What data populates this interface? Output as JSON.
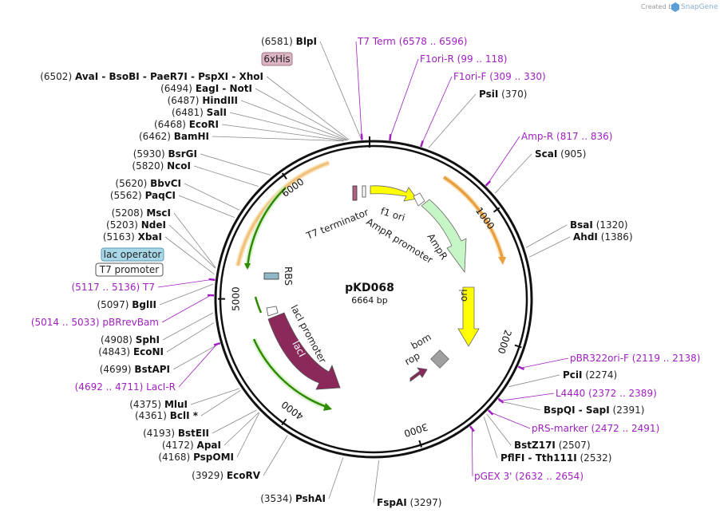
{
  "credit": "Created by",
  "brand": "SnapGene",
  "plasmid": {
    "name": "pKD068",
    "length_label": "6664 bp",
    "length": 6664
  },
  "ticks": [
    "1000",
    "2000",
    "3000",
    "4000",
    "5000",
    "6000"
  ],
  "colors": {
    "primer": "#a020c0",
    "amp": "#c6f5c6",
    "ori": "#ffff00",
    "laci": "#8b2a5a",
    "rop": "#8b2a5a",
    "bom": "#a0a0a0",
    "orange_arc": "#e8a040",
    "green_arc": "#2e8b00"
  },
  "left_sites": [
    {
      "pos": "(6581)",
      "name": "BlpI"
    },
    {
      "pos": "(6502)",
      "name": "AvaI  -  BsoBI  -  PaeR7I  -  PspXI  -  XhoI"
    },
    {
      "pos": "(6494)",
      "name": "EagI  -  NotI"
    },
    {
      "pos": "(6487)",
      "name": "HindIII"
    },
    {
      "pos": "(6481)",
      "name": "SalI"
    },
    {
      "pos": "(6468)",
      "name": "EcoRI"
    },
    {
      "pos": "(6462)",
      "name": "BamHI"
    },
    {
      "pos": "(5930)",
      "name": "BsrGI"
    },
    {
      "pos": "(5820)",
      "name": "NcoI"
    },
    {
      "pos": "(5620)",
      "name": "BbvCI"
    },
    {
      "pos": "(5562)",
      "name": "PaqCI"
    },
    {
      "pos": "(5208)",
      "name": "MscI"
    },
    {
      "pos": "(5203)",
      "name": "NdeI"
    },
    {
      "pos": "(5163)",
      "name": "XbaI"
    },
    {
      "pos": "(5097)",
      "name": "BglII"
    },
    {
      "pos": "(4908)",
      "name": "SphI"
    },
    {
      "pos": "(4843)",
      "name": "EcoNI"
    },
    {
      "pos": "(4699)",
      "name": "BstAPI"
    },
    {
      "pos": "(4375)",
      "name": "MluI"
    },
    {
      "pos": "(4361)",
      "name": "BclI *"
    },
    {
      "pos": "(4193)",
      "name": "BstEII"
    },
    {
      "pos": "(4172)",
      "name": "ApaI"
    },
    {
      "pos": "(4168)",
      "name": "PspOMI"
    },
    {
      "pos": "(3929)",
      "name": "EcoRV"
    },
    {
      "pos": "(3534)",
      "name": "PshAI"
    }
  ],
  "right_sites": [
    {
      "name": "PsiI",
      "pos": "(370)"
    },
    {
      "name": "ScaI",
      "pos": "(905)"
    },
    {
      "name": "BsaI",
      "pos": "(1320)"
    },
    {
      "name": "AhdI",
      "pos": "(1386)"
    },
    {
      "name": "PciI",
      "pos": "(2274)"
    },
    {
      "name": "BspQI  -  SapI",
      "pos": "(2391)"
    },
    {
      "name": "BstZ17I",
      "pos": "(2507)"
    },
    {
      "name": "PflFI  -  Tth111I",
      "pos": "(2532)"
    },
    {
      "name": "FspAI",
      "pos": "(3297)"
    }
  ],
  "primers": [
    {
      "name": "T7 Term",
      "range": "(6578 .. 6596)"
    },
    {
      "name": "F1ori-R",
      "range": "(99 .. 118)"
    },
    {
      "name": "F1ori-F",
      "range": "(309 .. 330)"
    },
    {
      "name": "Amp-R",
      "range": "(817 .. 836)"
    },
    {
      "name": "pBR322ori-F",
      "range": "(2119 .. 2138)"
    },
    {
      "name": "L4440",
      "range": "(2372 .. 2389)"
    },
    {
      "name": "pRS-marker",
      "range": "(2472 .. 2491)"
    },
    {
      "name": "pGEX 3'",
      "range": "(2632 .. 2654)"
    },
    {
      "name": "T7",
      "range": "(5117 .. 5136)"
    },
    {
      "name": "pBRrevBam",
      "range": "(5014 .. 5033)"
    },
    {
      "name": "LacI-R",
      "range": "(4692 .. 4711)"
    }
  ],
  "boxed_labels": {
    "his": "6xHis",
    "lac_operator": "lac operator",
    "t7_promoter": "T7 promoter"
  },
  "features": {
    "t7_terminator": "T7 terminator",
    "f1_ori": "f1 ori",
    "ampr_promoter": "AmpR promoter",
    "ampr": "AmpR",
    "ori": "ori",
    "bom": "bom",
    "rop": "rop",
    "laci": "lacI",
    "laci_promoter": "lacI promoter",
    "rbs": "RBS"
  }
}
